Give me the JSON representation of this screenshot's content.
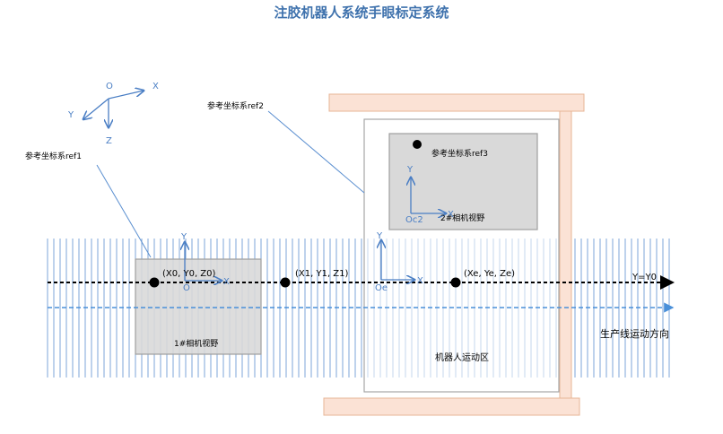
{
  "title": "注胶机器人系统手眼标定系统",
  "colors": {
    "axis_blue": "#4a7ec4",
    "stripe_blue": "#7ea6d8",
    "callout_line": "#5b8fd0",
    "camera_fill": "#d9d9d9",
    "gantry_fill": "#fbe2d5",
    "gantry_stroke": "#e7b596"
  },
  "labels": {
    "ref1": "参考坐标系ref1",
    "ref2": "参考坐标系ref2",
    "ref3": "参考坐标系ref3",
    "camera1": "1#相机视野",
    "camera2": "2#相机视野",
    "robot_zone": "机器人运动区",
    "line_direction": "生产线运动方向",
    "y_eq": "Y=Y0"
  },
  "points": [
    {
      "label": "(X0, Y0, Z0)"
    },
    {
      "label": "(X1, Y1, Z1)"
    },
    {
      "label": "(Xe, Ye, Ze)"
    }
  ],
  "frames": {
    "ref": {
      "origin": "O",
      "x": "X",
      "y": "Y",
      "z": "Z"
    },
    "cam1": {
      "origin": "O",
      "x": "X",
      "y": "Y"
    },
    "robot": {
      "origin": "Oe",
      "x": "X",
      "y": "Y"
    },
    "cam2": {
      "origin": "Oc2",
      "x": "X",
      "y": "Y"
    }
  }
}
